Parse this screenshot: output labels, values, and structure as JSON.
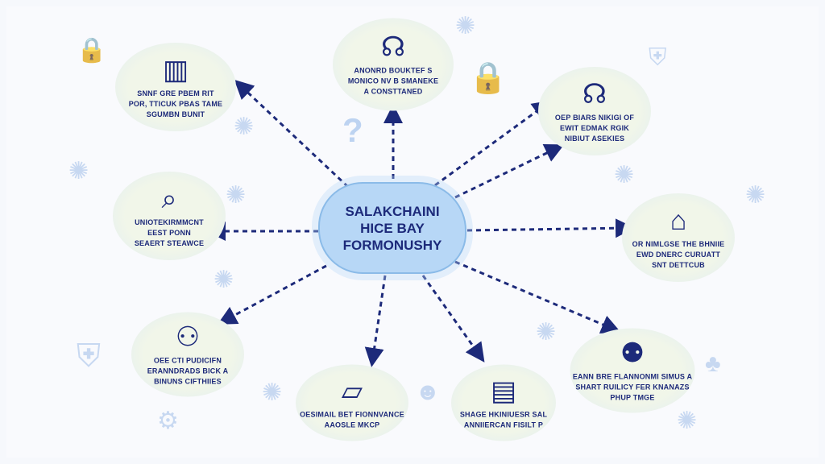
{
  "center": {
    "lines": [
      "SALAKCHAINI",
      "HICE BAY",
      "FORMONUSHY"
    ]
  },
  "nodes": [
    {
      "icon": "document-panel-icon",
      "text": "SNNF GRE PBEM RIT\nPOR, TTICUK PBAS TAME\nSGUMBN BUNIT"
    },
    {
      "icon": "headset-person-icon",
      "text": "ANONRD BOUKTEF S\nMONICO NV B SMANEKE\nA CONSTTANED"
    },
    {
      "icon": "headset-support-icon",
      "text": "OEP BIARS NIKIGI OF\nEWIT EDMAK RGIK\nNIBIUT ASEKIES"
    },
    {
      "icon": "security-scan-icon",
      "text": "UNIOTEKIRMMCNT\nEEST PONN\nSEAERT STEAWCE"
    },
    {
      "icon": "house-icon",
      "text": "OR NIMLGSE THE BHNIIE\nEWD DNERC CURUATT\nSNT DETTCUB"
    },
    {
      "icon": "people-meeting-icon",
      "text": "OEE CTI PUDICIFN\nERANNDRADS BICK A\nBINUNS CIFTHIIES"
    },
    {
      "icon": "map-icon",
      "text": "OESIMAIL BET FIONNVANCE\nAAOSLE MKCP"
    },
    {
      "icon": "building-icon",
      "text": "SHAGE HKINIUESR SAL\nANNIIERCAN FISILT P"
    },
    {
      "icon": "people-discussion-icon",
      "text": "EANN BRE FLANNONMI SIMUS A\nSHART RUILICY FER KNANAZS\nPHUP TMGE"
    }
  ],
  "decor": {
    "question_mark": "?"
  },
  "colors": {
    "ink": "#1d2a7a",
    "center_fill": "#b7d7f6",
    "deco": "#b7cdee"
  }
}
